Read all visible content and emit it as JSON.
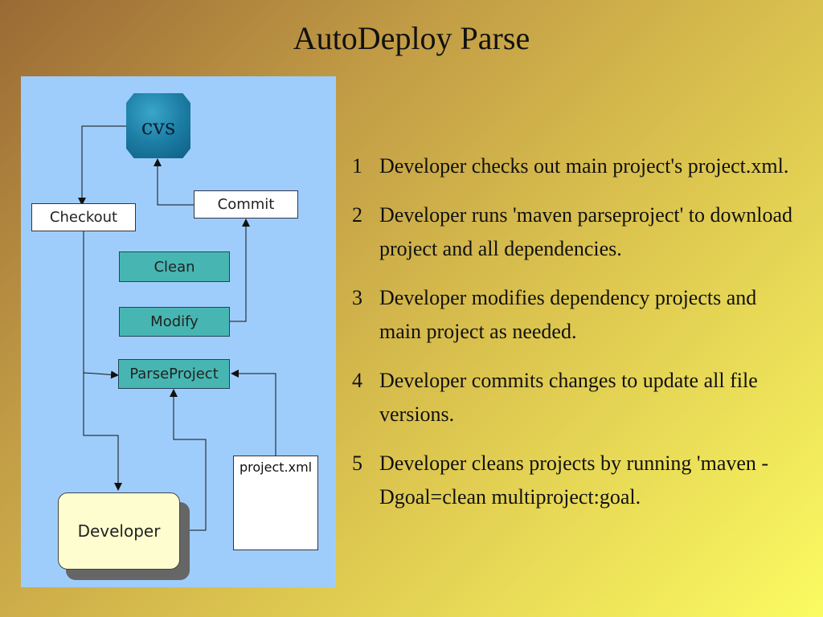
{
  "slide": {
    "title": "AutoDeploy Parse"
  },
  "diagram": {
    "nodes": {
      "cvs": "cvs",
      "checkout": "Checkout",
      "commit": "Commit",
      "clean": "Clean",
      "modify": "Modify",
      "parseproject": "ParseProject",
      "developer": "Developer",
      "projectxml": "project.xml"
    },
    "colors": {
      "background": "#9fcdfb",
      "teal_box": "#47b6b2",
      "developer_box": "#fefdcf",
      "cvs": "#1d7ea5"
    }
  },
  "steps": [
    {
      "num": "1",
      "text": "Developer checks out main project's project.xml."
    },
    {
      "num": "2",
      "text": "Developer runs 'maven parseproject' to download project and all dependencies."
    },
    {
      "num": "3",
      "text": "Developer modifies dependency projects and main project as needed."
    },
    {
      "num": "4",
      "text": "Developer commits changes to update all file versions."
    },
    {
      "num": "5",
      "text": "Developer cleans projects by running 'maven -Dgoal=clean multiproject:goal."
    }
  ]
}
